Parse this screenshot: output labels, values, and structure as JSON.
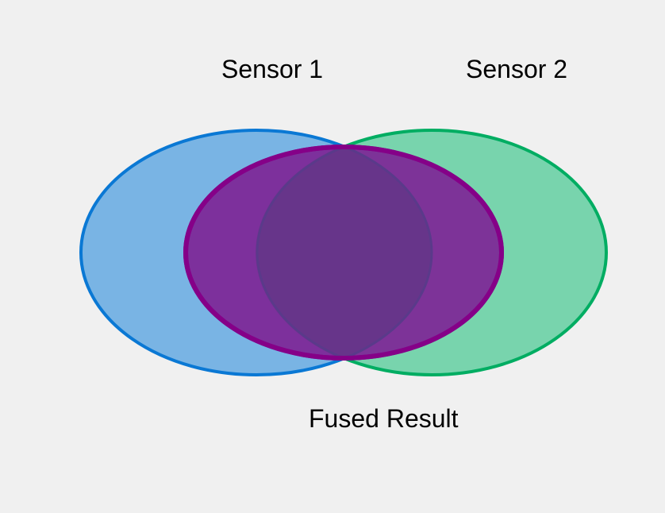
{
  "diagram": {
    "labels": {
      "sensor1": "Sensor 1",
      "sensor2": "Sensor 2",
      "fused": "Fused Result"
    },
    "colors": {
      "background": "#f0f0f0",
      "sensor1_fill": "#79b4e4",
      "sensor1_stroke": "#0a78d4",
      "sensor2_fill": "#78d4ad",
      "sensor2_stroke": "#00ad62",
      "fused_fill": "#7e2596",
      "fused_stroke": "#850088",
      "overlap_fill": "#67358a",
      "overlap_stroke": "#5a3a8a"
    }
  }
}
